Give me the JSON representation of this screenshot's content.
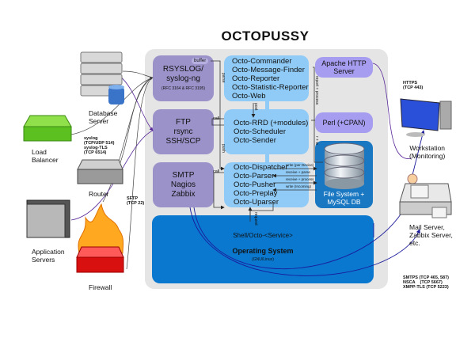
{
  "title": "OCTOPUSSY",
  "services": {
    "rsyslog": {
      "line1": "RSYSLOG/",
      "line2": "syslog-ng",
      "note": "(RFC 3164 & RFC 3195)",
      "tag": "buffer"
    },
    "ftp": {
      "line1": "FTP",
      "line2": "rsync",
      "line3": "SSH/SCP"
    },
    "smtp": {
      "line1": "SMTP",
      "line2": "Nagios",
      "line3": "Zabbix"
    }
  },
  "octo_top": [
    "Octo-Commander",
    "Octo-Message-Finder",
    "Octo-Reporter",
    "Octo-Statistic-Reporter",
    "Octo-Web"
  ],
  "octo_mid": [
    "Octo-RRD (+modules)",
    "Octo-Scheduler",
    "Octo-Sender"
  ],
  "octo_bot": [
    "Octo-Dispatcher",
    "Octo-Parser",
    "Octo-Pusher",
    "Octo-Preplay",
    "Octo-Uparser"
  ],
  "apache": {
    "line1": "Apache HTTP",
    "line2": "Server"
  },
  "perl": "Perl (+CPAN)",
  "db": {
    "line1": "File System +",
    "line2": "MySQL DB"
  },
  "os": {
    "shell": "Shell/Octo-<Service>",
    "title": "Operating System",
    "sub": "(GNU/Linux)"
  },
  "arrow_labels": {
    "parse1": "parse",
    "post": "post",
    "push": "push",
    "call1": "call",
    "call2": "call",
    "report_process": "report + process",
    "rw": "r + w",
    "request": "request",
    "write_device": "write (per Device)",
    "receive_parse": "receive + parse",
    "receive_process": "receive + process",
    "write_incoming": "write (Incoming)"
  },
  "devices": {
    "database": {
      "line1": "Database",
      "line2": "Server"
    },
    "load_balancer": {
      "line1": "Load",
      "line2": "Balancer"
    },
    "router": "Router",
    "app_servers": {
      "line1": "Application",
      "line2": "Servers"
    },
    "firewall": "Firewall",
    "workstation": {
      "line1": "Workstation",
      "line2": "(Monitoring)"
    },
    "mail": {
      "line1": "Mail Server,",
      "line2": "Zabbix Server,",
      "line3": "etc."
    }
  },
  "protocols": {
    "syslog": [
      "syslog",
      "(TCP/UDP 514)",
      "syslog-TLS",
      "(TCP 6514)"
    ],
    "sftp": [
      "SFTP",
      "(TCP 22)"
    ],
    "https": [
      "HTTPS",
      "(TCP 443)"
    ],
    "outbound": [
      "SMTPS (TCP 465, 587)",
      "NSCA    (TCP 5667)",
      "XMPP-TLS (TCP 5223)"
    ]
  },
  "colors": {
    "service": "#9b92c9",
    "octo": "#8fcbf6",
    "db": "#1a78c2",
    "os": "#0a78cf",
    "panel": "#e5e5e5"
  }
}
